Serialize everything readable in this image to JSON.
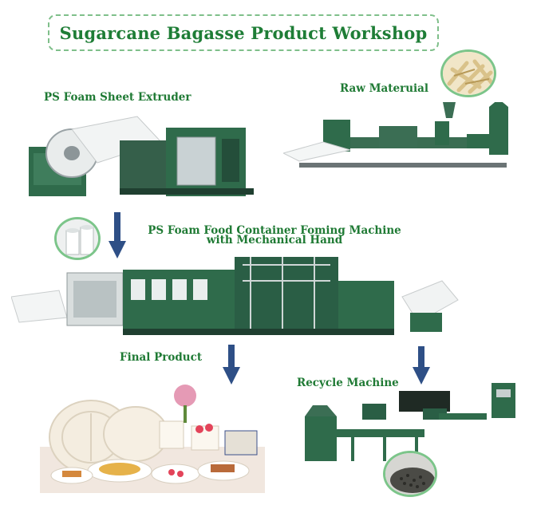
{
  "title": "Sugarcane Bagasse Product Workshop",
  "labels": {
    "extruder": "PS Foam Sheet Extruder",
    "raw": "Raw Materuial",
    "forming_line1": "PS Foam Food Container Foming Machine",
    "forming_line2": "with Mechanical Hand",
    "final": "Final Product",
    "recycle": "Recycle Machine"
  },
  "colors": {
    "accent_green": "#1f7a34",
    "arrow_blue": "#2e4f86",
    "machine_green": "#2f6b4b",
    "circle_border": "#7cc58a"
  },
  "icons": [
    "down-arrow-icon"
  ]
}
